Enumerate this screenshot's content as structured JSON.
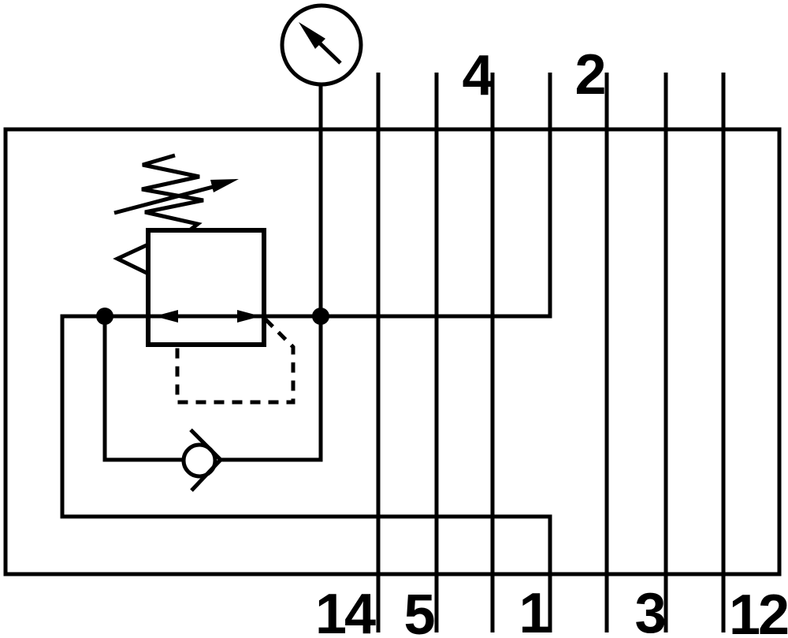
{
  "diagram_type": "pneumatic-regulator-plate-schematic",
  "colors": {
    "line": "#000000",
    "background": "#ffffff"
  },
  "ports": {
    "top": [
      {
        "label": "4"
      },
      {
        "label": "2"
      }
    ],
    "bottom": [
      {
        "label": "14"
      },
      {
        "label": "5"
      },
      {
        "label": "1"
      },
      {
        "label": "3"
      },
      {
        "label": "12"
      }
    ]
  },
  "symbols": {
    "gauge": "pressure-gauge",
    "regulator": "pressure-regulator-box",
    "regulator_flow": "bidirectional-flow-arrows",
    "spring": "adjustable-spring-zigzag-with-arrow",
    "vent": "relief-vent-open-triangle",
    "check_valve": "check-valve-circle-with-seat",
    "pilot_line": "dashed-pilot-feedback-line",
    "junctions": "flow-junction-dots",
    "body": "valve-body-rectangle",
    "channels": "vertical-channel-lines"
  }
}
